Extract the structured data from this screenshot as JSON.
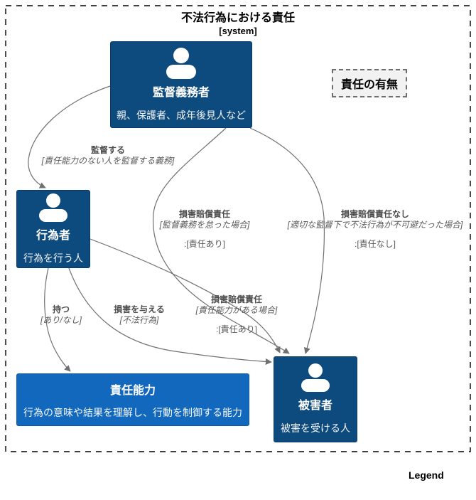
{
  "diagram": {
    "title": "不法行為における責任",
    "subtitle": "[system]",
    "legend_label": "Legend"
  },
  "note": {
    "label": "責任の有無"
  },
  "nodes": {
    "supervisor": {
      "title": "監督義務者",
      "desc": "親、保護者、成年後見人など"
    },
    "actor": {
      "title": "行為者",
      "desc": "行為を行う人"
    },
    "capacity": {
      "title": "責任能力",
      "desc": "行為の意味や結果を理解し、行動を制御する能力"
    },
    "victim": {
      "title": "被害者",
      "desc": "被害を受ける人"
    }
  },
  "edges": {
    "supervise": {
      "label": "監督する",
      "detail": "[責任能力のない人を監督する義務]"
    },
    "liability_supervisor": {
      "label": "損害賠償責任",
      "detail": "[監督義務を怠った場合]",
      "result": ":[責任あり]"
    },
    "no_liability_supervisor": {
      "label": "損害賠償責任なし",
      "detail": "[適切な監督下で不法行為が不可避だった場合]",
      "result": ":[責任なし]"
    },
    "has_capacity": {
      "label": "持つ",
      "detail": "[あり/なし]"
    },
    "cause_damage": {
      "label": "損害を与える",
      "detail": "[不法行為]"
    },
    "liability_actor": {
      "label": "損害賠償責任",
      "detail": "[責任能力がある場合]",
      "result": ":[責任あり]"
    }
  },
  "colors": {
    "person_fill": "#0d4a7d",
    "person_border": "#073b6f",
    "system_fill": "#1168bd",
    "system_border": "#0e5aa7",
    "edge_stroke": "#707070",
    "edge_label_text": "#4d4d4d",
    "note_fill": "#f2f2f2",
    "note_border": "#6e6e6e",
    "boundary_stroke": "#000000"
  }
}
